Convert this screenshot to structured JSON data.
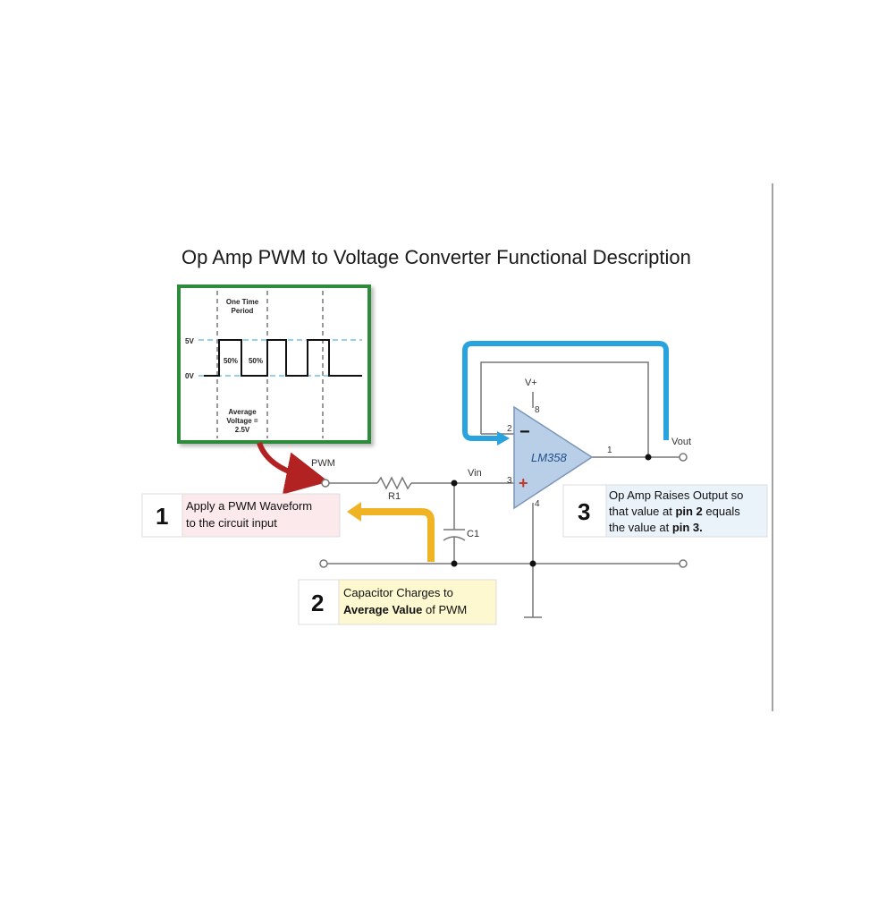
{
  "title": "Op Amp PWM to Voltage Converter Functional Description",
  "waveform": {
    "label_period_line1": "One Time",
    "label_period_line2": "Period",
    "label_5v": "5V",
    "label_0v": "0V",
    "duty_high": "50%",
    "duty_low": "50%",
    "avg_line1": "Average",
    "avg_line2": "Voltage =",
    "avg_line3": "2.5V"
  },
  "circuit": {
    "pwm_label": "PWM",
    "r1_label": "R1",
    "c1_label": "C1",
    "vin_label": "Vin",
    "vplus_label": "V+",
    "vout_label": "Vout",
    "ic_label": "LM358",
    "pin_2": "2",
    "pin_3": "3",
    "pin_8": "8",
    "pin_4": "4",
    "pin_1": "1",
    "minus_sign": "−",
    "plus_sign": "+"
  },
  "steps": [
    {
      "number": "1",
      "line1": "Apply a PWM Waveform",
      "line2": "to the circuit input"
    },
    {
      "number": "2",
      "line1": "Capacitor Charges to",
      "line2_bold": "Average Value",
      "line2_rest": " of PWM"
    },
    {
      "number": "3",
      "line1": "Op Amp Raises Output so",
      "line2_pre": "that value at ",
      "line2_bold": "pin 2",
      "line2_post": " equals",
      "line3_pre": "the value at ",
      "line3_bold": "pin 3."
    }
  ],
  "colors": {
    "step1_bg": "#fbe9ec",
    "step2_bg": "#fdf8d0",
    "step3_bg": "#eaf2fa",
    "opamp_fill": "#b9cfe8",
    "blue_arrow": "#29a3dd",
    "yellow_arrow": "#f0b323",
    "red_arrow": "#b22222",
    "wave_frame": "#2e8b3a"
  }
}
